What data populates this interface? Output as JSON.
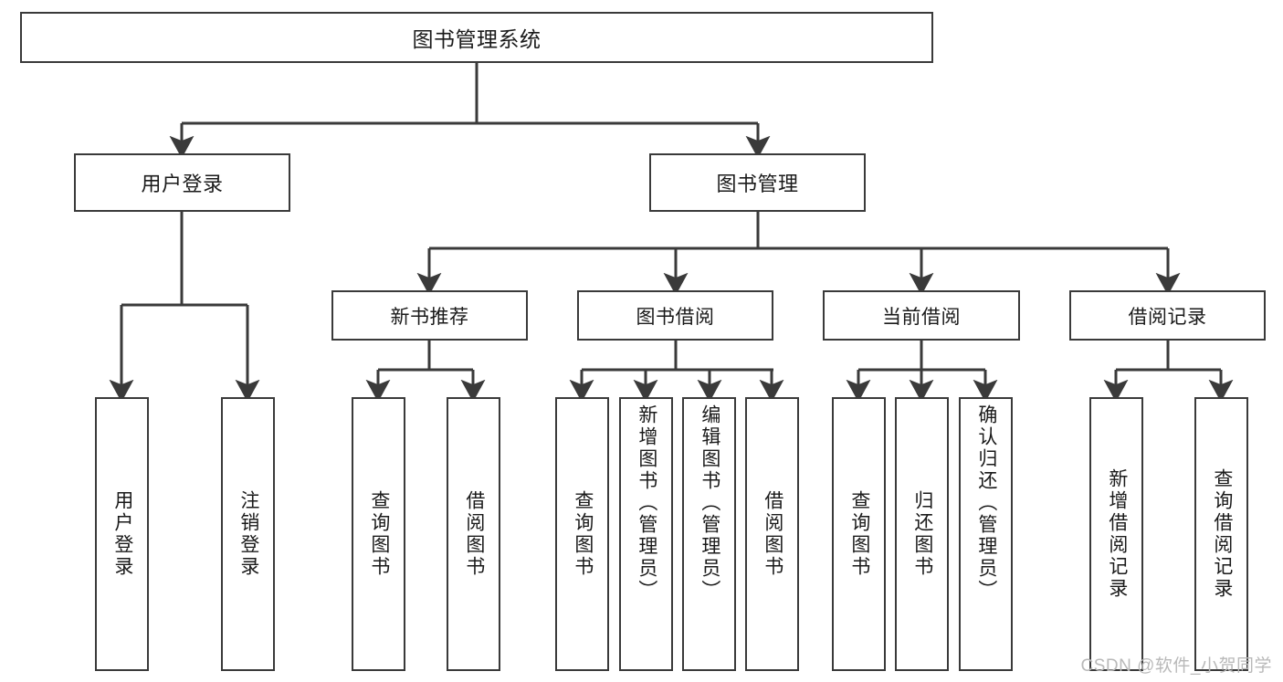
{
  "diagram": {
    "title": "图书管理系统",
    "type": "tree",
    "watermark": "CSDN @软件_小贺同学",
    "colors": {
      "stroke": "#3a3a3a",
      "fill": "#ffffff",
      "text": "#1a1a1a",
      "watermark": "#b9b9b9"
    },
    "nodes": {
      "root": {
        "label": "图书管理系统"
      },
      "level2": [
        {
          "label": "用户登录"
        },
        {
          "label": "图书管理"
        }
      ],
      "level3": [
        {
          "label": "新书推荐"
        },
        {
          "label": "图书借阅"
        },
        {
          "label": "当前借阅"
        },
        {
          "label": "借阅记录"
        }
      ],
      "leaves": [
        {
          "label": "用户登录",
          "parent": "用户登录"
        },
        {
          "label": "注销登录",
          "parent": "用户登录"
        },
        {
          "label": "查询图书",
          "parent": "新书推荐"
        },
        {
          "label": "借阅图书",
          "parent": "新书推荐"
        },
        {
          "label": "查询图书",
          "parent": "图书借阅"
        },
        {
          "label": "新增图书（管理员）",
          "parent": "图书借阅"
        },
        {
          "label": "编辑图书（管理员）",
          "parent": "图书借阅"
        },
        {
          "label": "借阅图书",
          "parent": "图书借阅"
        },
        {
          "label": "查询图书",
          "parent": "当前借阅"
        },
        {
          "label": "归还图书",
          "parent": "当前借阅"
        },
        {
          "label": "确认归还（管理员）",
          "parent": "当前借阅"
        },
        {
          "label": "新增借阅记录",
          "parent": "借阅记录"
        },
        {
          "label": "查询借阅记录",
          "parent": "借阅记录"
        }
      ]
    }
  }
}
